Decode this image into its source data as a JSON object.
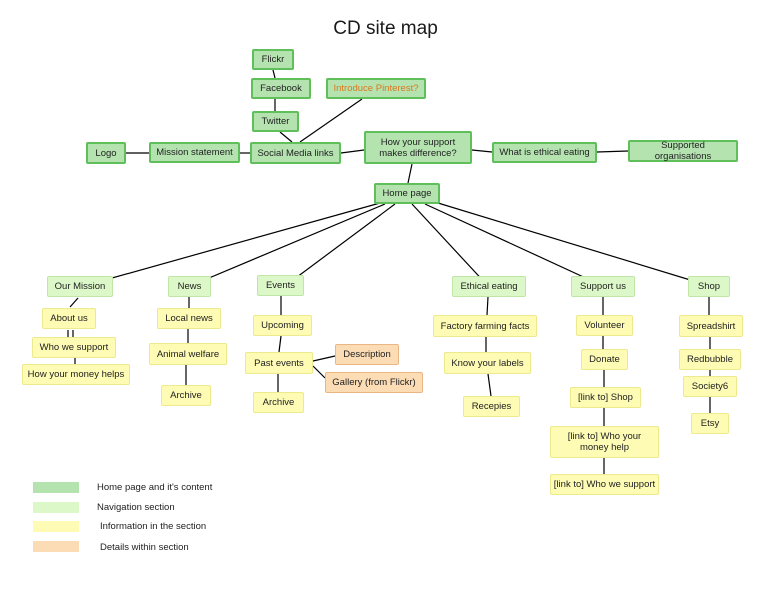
{
  "title": "CD site map",
  "nodes": {
    "flickr": "Flickr",
    "facebook": "Facebook",
    "twitter": "Twitter",
    "pinterest": "Introduce Pinterest?",
    "logo": "Logo",
    "mission_statement": "Mission statement",
    "social_media": "Social Media links",
    "how_support": "How your support makes difference?",
    "ethical_eating_page": "What is ethical eating",
    "supported_orgs": "Supported organisations",
    "home": "Home page",
    "our_mission": "Our Mission",
    "about_us": "About us",
    "who_we_support": "Who we support",
    "how_money_helps": "How your money helps",
    "news": "News",
    "local_news": "Local news",
    "animal_welfare": "Animal welfare",
    "news_archive": "Archive",
    "events": "Events",
    "upcoming": "Upcoming",
    "past_events": "Past events",
    "description": "Description",
    "gallery": "Gallery (from Flickr)",
    "events_archive": "Archive",
    "ethical_eating": "Ethical eating",
    "factory_farming": "Factory farming facts",
    "know_labels": "Know your labels",
    "recepies": "Recepies",
    "support_us": "Support us",
    "volunteer": "Volunteer",
    "donate": "Donate",
    "link_shop": "[link to] Shop",
    "link_money": "[link to] Who your money help",
    "link_who": "[link to] Who we support",
    "shop": "Shop",
    "spreadshirt": "Spreadshirt",
    "redbubble": "Redbubble",
    "society6": "Society6",
    "etsy": "Etsy"
  },
  "legend": [
    {
      "label": "Home page and it's content",
      "color": "#b4e3b0"
    },
    {
      "label": "Navigation section",
      "color": "#dcf8c8"
    },
    {
      "label": "Information in the section",
      "color": "#fdfbb4"
    },
    {
      "label": "Details within section",
      "color": "#fbdcb4"
    }
  ],
  "colors": {
    "home": "#b4e3b0",
    "navigation": "#dcf8c8",
    "information": "#fdfbb4",
    "details": "#fbdcb4",
    "accent_text": "#d9791f",
    "edge": "#000000"
  }
}
